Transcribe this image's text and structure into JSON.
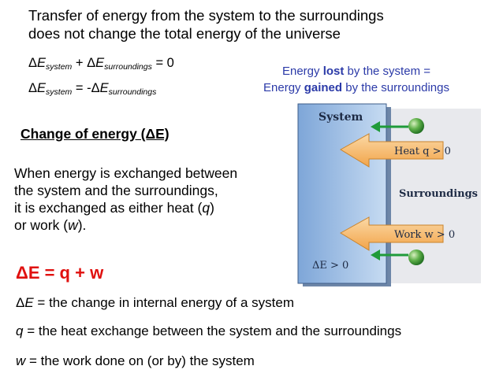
{
  "intro": {
    "line1": "Transfer of energy from the system to the surroundings",
    "line2": "does not change the total energy of the universe"
  },
  "equation1": {
    "text": "ΔE_system + ΔE_surroundings = 0"
  },
  "equation2": {
    "text": "ΔE_system = -ΔE_surroundings"
  },
  "note": {
    "line1": "Energy lost by the system =",
    "line2": "Energy gained by the surroundings"
  },
  "heading": "Change of energy (ΔE)",
  "paragraph": {
    "line1": "When energy is exchanged between",
    "line2": "the system and the surroundings,",
    "line3": "it is exchanged as either heat (q)",
    "line4": "or work (w)."
  },
  "main_equation": "ΔE = q + w",
  "definitions": {
    "delta_e": "ΔE = the change in internal energy of a system",
    "q": "q = the heat exchange between the system and the surroundings",
    "w": "w  = the work done on (or by) the system"
  },
  "figure": {
    "system_label": "System",
    "surroundings_label": "Surroundings",
    "heat_label": "Heat q > 0",
    "work_label": "Work w > 0",
    "delta_label": "ΔE > 0"
  },
  "colors": {
    "note_text": "#2b3aa8",
    "main_equation": "#e0110f",
    "system_panel": "#a9c6e8",
    "surroundings_panel": "#e8e9ed",
    "arrow": "#f5b25a",
    "green_arrow": "#1f9b3a"
  }
}
